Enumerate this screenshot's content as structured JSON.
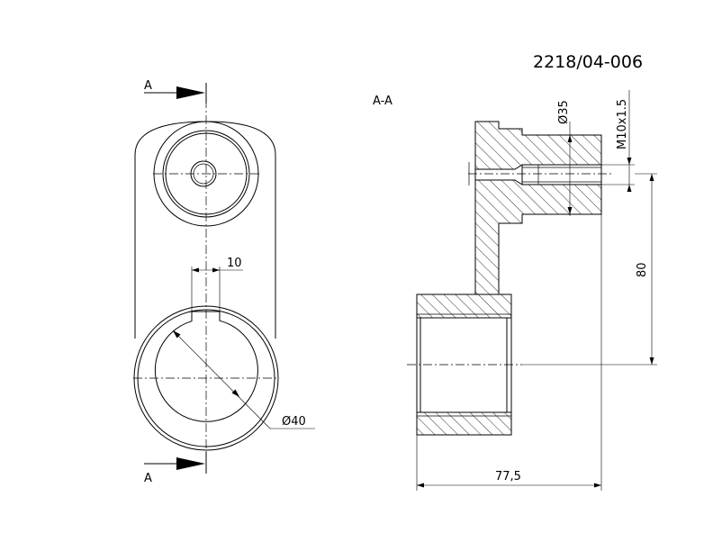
{
  "drawing_number": "2218/04-006",
  "section_label": "A-A",
  "cut_label_top": "A",
  "cut_label_bottom": "A",
  "dimensions": {
    "key_width": "10",
    "bore_diameter": "Ø40",
    "boss_diameter": "Ø35",
    "thread": "M10x1.5",
    "center_distance": "80",
    "overall_width": "77,5"
  }
}
